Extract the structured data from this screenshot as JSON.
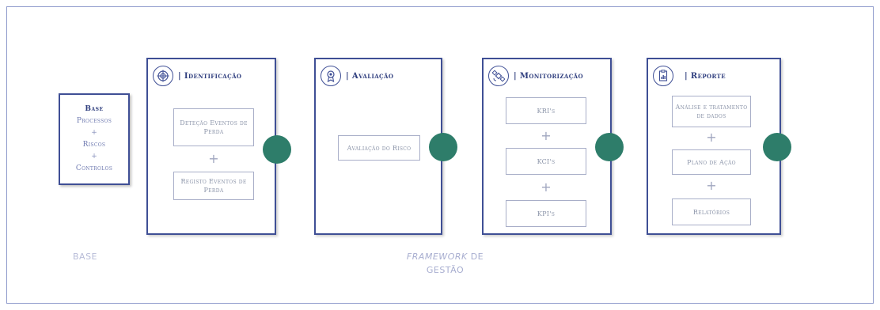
{
  "base": {
    "title": "Base",
    "lines": [
      "Processos",
      "+",
      "Riscos",
      "+",
      "Controlos"
    ]
  },
  "cards": [
    {
      "title": "| Identificação",
      "icon": "target-icon",
      "items": [
        "Deteção Eventos de Perda",
        "Registo Eventos de Perda"
      ],
      "plus": "+"
    },
    {
      "title": "| Avaliação",
      "icon": "award-icon",
      "items": [
        "Avaliação do Risco"
      ]
    },
    {
      "title": "| Monitorização",
      "icon": "satellite-icon",
      "items": [
        "KRI's",
        "KCI's",
        "KPI's"
      ],
      "plus": "+"
    },
    {
      "title": "| Reporte",
      "icon": "report-icon",
      "items": [
        "Análise e tratamento de dados",
        "Plano de Ação",
        "Relatórios"
      ],
      "plus": "+"
    }
  ],
  "footer": {
    "base_label": "BASE",
    "framework_italic": "FRAMEWORK",
    "framework_rest": " DE",
    "framework_line2": "GESTÃO"
  },
  "colors": {
    "border": "#3f4f95",
    "title": "#2f3e7e",
    "connector_dot": "#2e7d6a",
    "frame": "#8e9acb"
  }
}
